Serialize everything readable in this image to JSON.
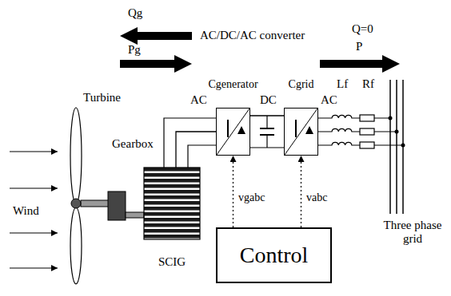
{
  "diagram": {
    "nodes": [
      {
        "text": [
          "Cgenerator"
        ]
      },
      {
        "text": [
          "Cgrid"
        ]
      },
      {
        "text": [
          "Control"
        ]
      },
      {
        "text": [
          "SCIG"
        ]
      }
    ],
    "edges": [
      {
        "from": 3,
        "to": 0,
        "arrow": "none"
      },
      {
        "from": 0,
        "to": 1,
        "arrow": "none"
      },
      {
        "from": 2,
        "to": 0,
        "label": "vgabc",
        "arrow": "to"
      },
      {
        "from": 2,
        "to": 1,
        "label": "vabc",
        "arrow": "to"
      }
    ],
    "labels": [
      "Qg",
      "Pg",
      "AC/DC/AC converter",
      "Q=0",
      "P",
      "AC",
      "DC",
      "AC",
      "Lf",
      "Rf",
      "Turbine",
      "Gearbox",
      "Wind",
      "Three phase grid"
    ]
  }
}
